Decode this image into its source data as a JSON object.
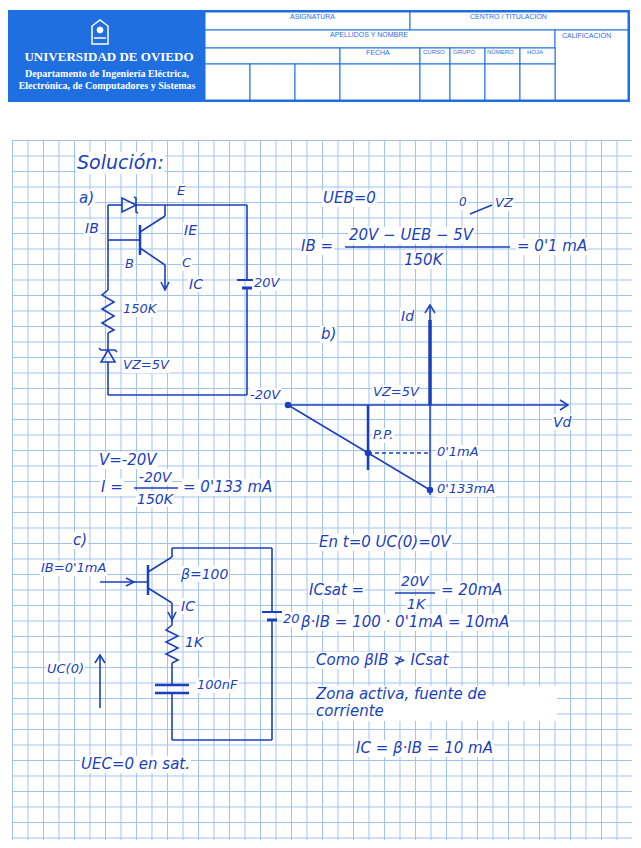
{
  "diagram": {
    "title": "Solución:",
    "labels": [
      "UNIVERSIDAD DE OVIEDO",
      "Departamento de Ingeniería Eléctrica, Electrónica, de Computadores y Sistemas",
      "ASIGNATURA",
      "CENTRO / TITULACIÓN",
      "APELLIDOS Y NOMBRE",
      "CALIFICACIÓN",
      "FECHA",
      "CURSO",
      "GRUPO",
      "NÚMERO",
      "HOJA",
      "a)",
      "E",
      "IB",
      "IE",
      "B",
      "C",
      "IC",
      "150K",
      "VZ=5V",
      "20V",
      "-20V",
      "UEB=0",
      "IB =",
      "20V − UEB − 5V",
      "0",
      "VZ",
      "150K",
      "= 0'1 mA",
      "b)",
      "Id",
      "VZ=5V",
      "Vd",
      "P.P.",
      "0'1mA",
      "0'133mA",
      "V=-20V",
      "I =",
      "-20V",
      "150K",
      "= 0'133 mA",
      "c)",
      "IB=0'1mA",
      "β=100",
      "IC",
      "1K",
      "20V",
      "100nF",
      "UC(0)",
      "UEC=0 en sat.",
      "En t=0 UC(0)=0V",
      "ICsat =",
      "20V",
      "1K",
      "= 20mA",
      "β·IB = 100 · 0'1mA = 10mA",
      "Como βIB ≯ ICsat",
      "Zona activa, fuente de corriente",
      "IC = β·IB = 10 mA"
    ]
  }
}
